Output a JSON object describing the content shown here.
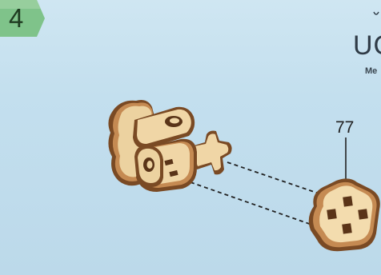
{
  "step": {
    "number": "4",
    "badge_color": "#7fc38a",
    "badge_color_light": "#a6d6aa"
  },
  "brand": {
    "logo_text": "UG",
    "subtitle": "Me"
  },
  "part": {
    "label": "77"
  },
  "colors": {
    "wood_face": "#f0d6a6",
    "wood_edge_light": "#c58a52",
    "wood_edge_dark": "#7a4a24",
    "hole": "#5a3418",
    "dash_line": "#222222"
  }
}
